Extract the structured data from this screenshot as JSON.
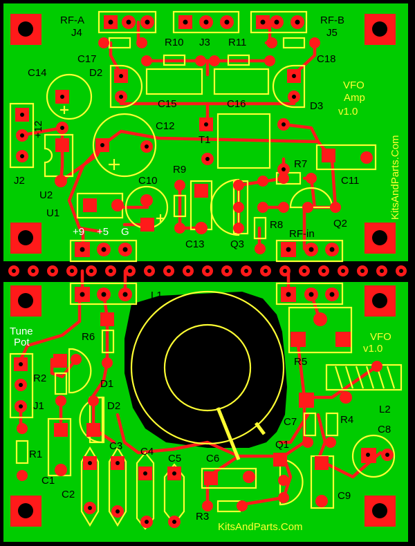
{
  "colors": {
    "board": "#00cc00",
    "copper": "#ff1a1a",
    "silkscreen": "#ffff33",
    "background": "#000000"
  },
  "top_board": {
    "title_lines": [
      "VFO",
      "Amp",
      "v1.0"
    ],
    "website": "KitsAndParts.Com",
    "labels": {
      "rfa": "RF-A",
      "rfb": "RF-B",
      "j4": "J4",
      "j3": "J3",
      "j5": "J5",
      "r10": "R10",
      "r11": "R11",
      "c17": "C17",
      "c18": "C18",
      "d2": "D2",
      "d3": "D3",
      "c14": "C14",
      "c15": "C15",
      "c16": "C16",
      "c12": "C12",
      "t1": "T1",
      "v12": "+12",
      "j2": "J2",
      "u2": "U2",
      "r9": "R9",
      "r7": "R7",
      "c11": "C11",
      "c10": "C10",
      "u1": "U1",
      "c13": "C13",
      "q3": "Q3",
      "r8": "R8",
      "q2": "Q2",
      "rfin": "RF-in",
      "p9": "+9",
      "p5": "+5",
      "g": "G"
    }
  },
  "bottom_board": {
    "title_lines": [
      "VFO",
      "v1.0"
    ],
    "website": "KitsAndParts.Com",
    "labels": {
      "l1": "L1",
      "tune1": "Tune",
      "tune2": "Pot",
      "r6": "R6",
      "r2": "R2",
      "d1": "D1",
      "j1": "J1",
      "d2": "D2",
      "r1": "R1",
      "c1": "C1",
      "c2": "C2",
      "c3": "C3",
      "c4": "C4",
      "c5": "C5",
      "c6": "C6",
      "r5": "R5",
      "l2": "L2",
      "c7": "C7",
      "r4": "R4",
      "c8": "C8",
      "q1": "Q1",
      "c9": "C9",
      "r3": "R3"
    }
  }
}
